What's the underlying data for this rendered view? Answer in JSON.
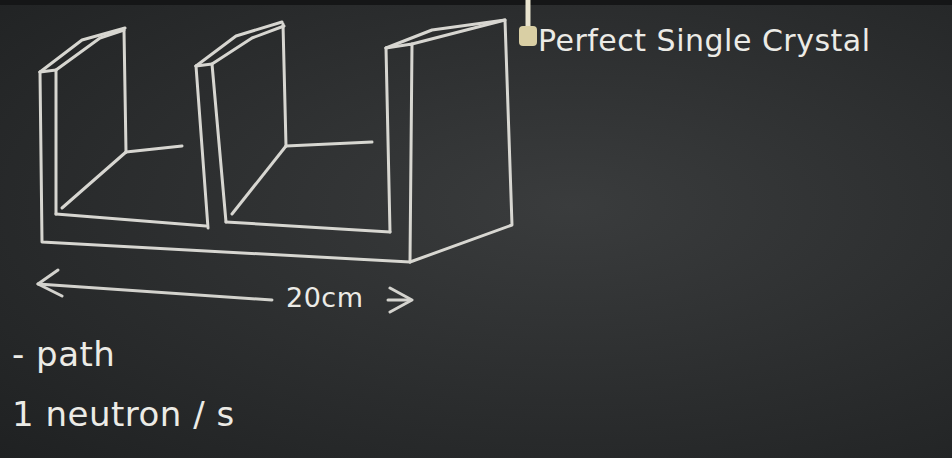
{
  "diagram": {
    "labels": [
      "Perfect Single Crystal",
      "20cm",
      "- path",
      "1 neutron / s"
    ]
  }
}
